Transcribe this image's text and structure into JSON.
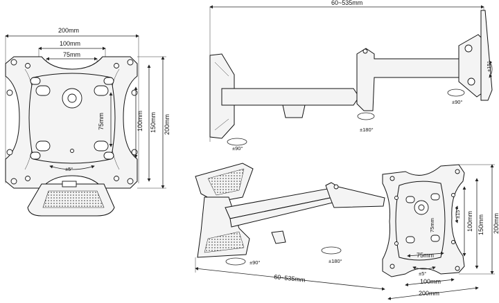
{
  "front_view": {
    "width_200": "200mm",
    "width_100": "100mm",
    "width_75": "75mm",
    "height_75": "75mm",
    "height_100": "100mm",
    "height_150": "150mm",
    "height_200": "200mm",
    "tilt": "±5°"
  },
  "top_view": {
    "reach": "60~535mm",
    "tilt": "±15°",
    "swivel_plate": "±90°",
    "swivel_mid": "±180°",
    "swivel_wall": "±90°"
  },
  "iso_view": {
    "reach": "60~535mm",
    "swivel_wall": "±90°",
    "swivel_mid": "±180°",
    "tilt": "±15°",
    "height_100": "100mm",
    "height_150": "150mm",
    "height_200": "200mm",
    "width_75": "75mm",
    "width_100": "100mm",
    "width_200": "200mm",
    "rotate": "±5°"
  }
}
